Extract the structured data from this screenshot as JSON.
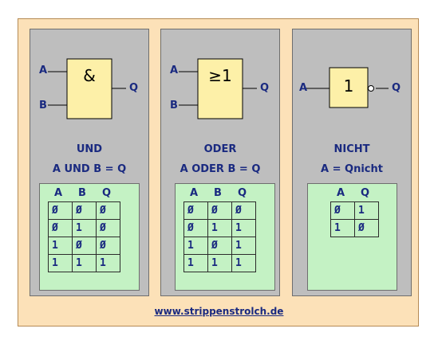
{
  "colors": {
    "frame_bg": "#fce1b8",
    "panel_bg": "#bebebe",
    "gate_fill": "#fdf0a8",
    "table_bg": "#c4f2c4",
    "text": "#1a2a80"
  },
  "panels": [
    {
      "inputs": [
        "A",
        "B"
      ],
      "output": "Q",
      "symbol": "&",
      "inverted": false,
      "name": "UND",
      "equation": "A UND B = Q",
      "headers": [
        "A",
        "B",
        "Q"
      ],
      "rows": [
        [
          "Ø",
          "Ø",
          "Ø"
        ],
        [
          "Ø",
          "1",
          "Ø"
        ],
        [
          "1",
          "Ø",
          "Ø"
        ],
        [
          "1",
          "1",
          "1"
        ]
      ]
    },
    {
      "inputs": [
        "A",
        "B"
      ],
      "output": "Q",
      "symbol": "≥1",
      "inverted": false,
      "name": "ODER",
      "equation": "A ODER B = Q",
      "headers": [
        "A",
        "B",
        "Q"
      ],
      "rows": [
        [
          "Ø",
          "Ø",
          "Ø"
        ],
        [
          "Ø",
          "1",
          "1"
        ],
        [
          "1",
          "Ø",
          "1"
        ],
        [
          "1",
          "1",
          "1"
        ]
      ]
    },
    {
      "inputs": [
        "A"
      ],
      "output": "Q",
      "symbol": "1",
      "inverted": true,
      "name": "NICHT",
      "equation": "A = Qnicht",
      "headers": [
        "A",
        "Q"
      ],
      "rows": [
        [
          "Ø",
          "1"
        ],
        [
          "1",
          "Ø"
        ]
      ]
    }
  ],
  "footer": "www.strippenstrolch.de"
}
